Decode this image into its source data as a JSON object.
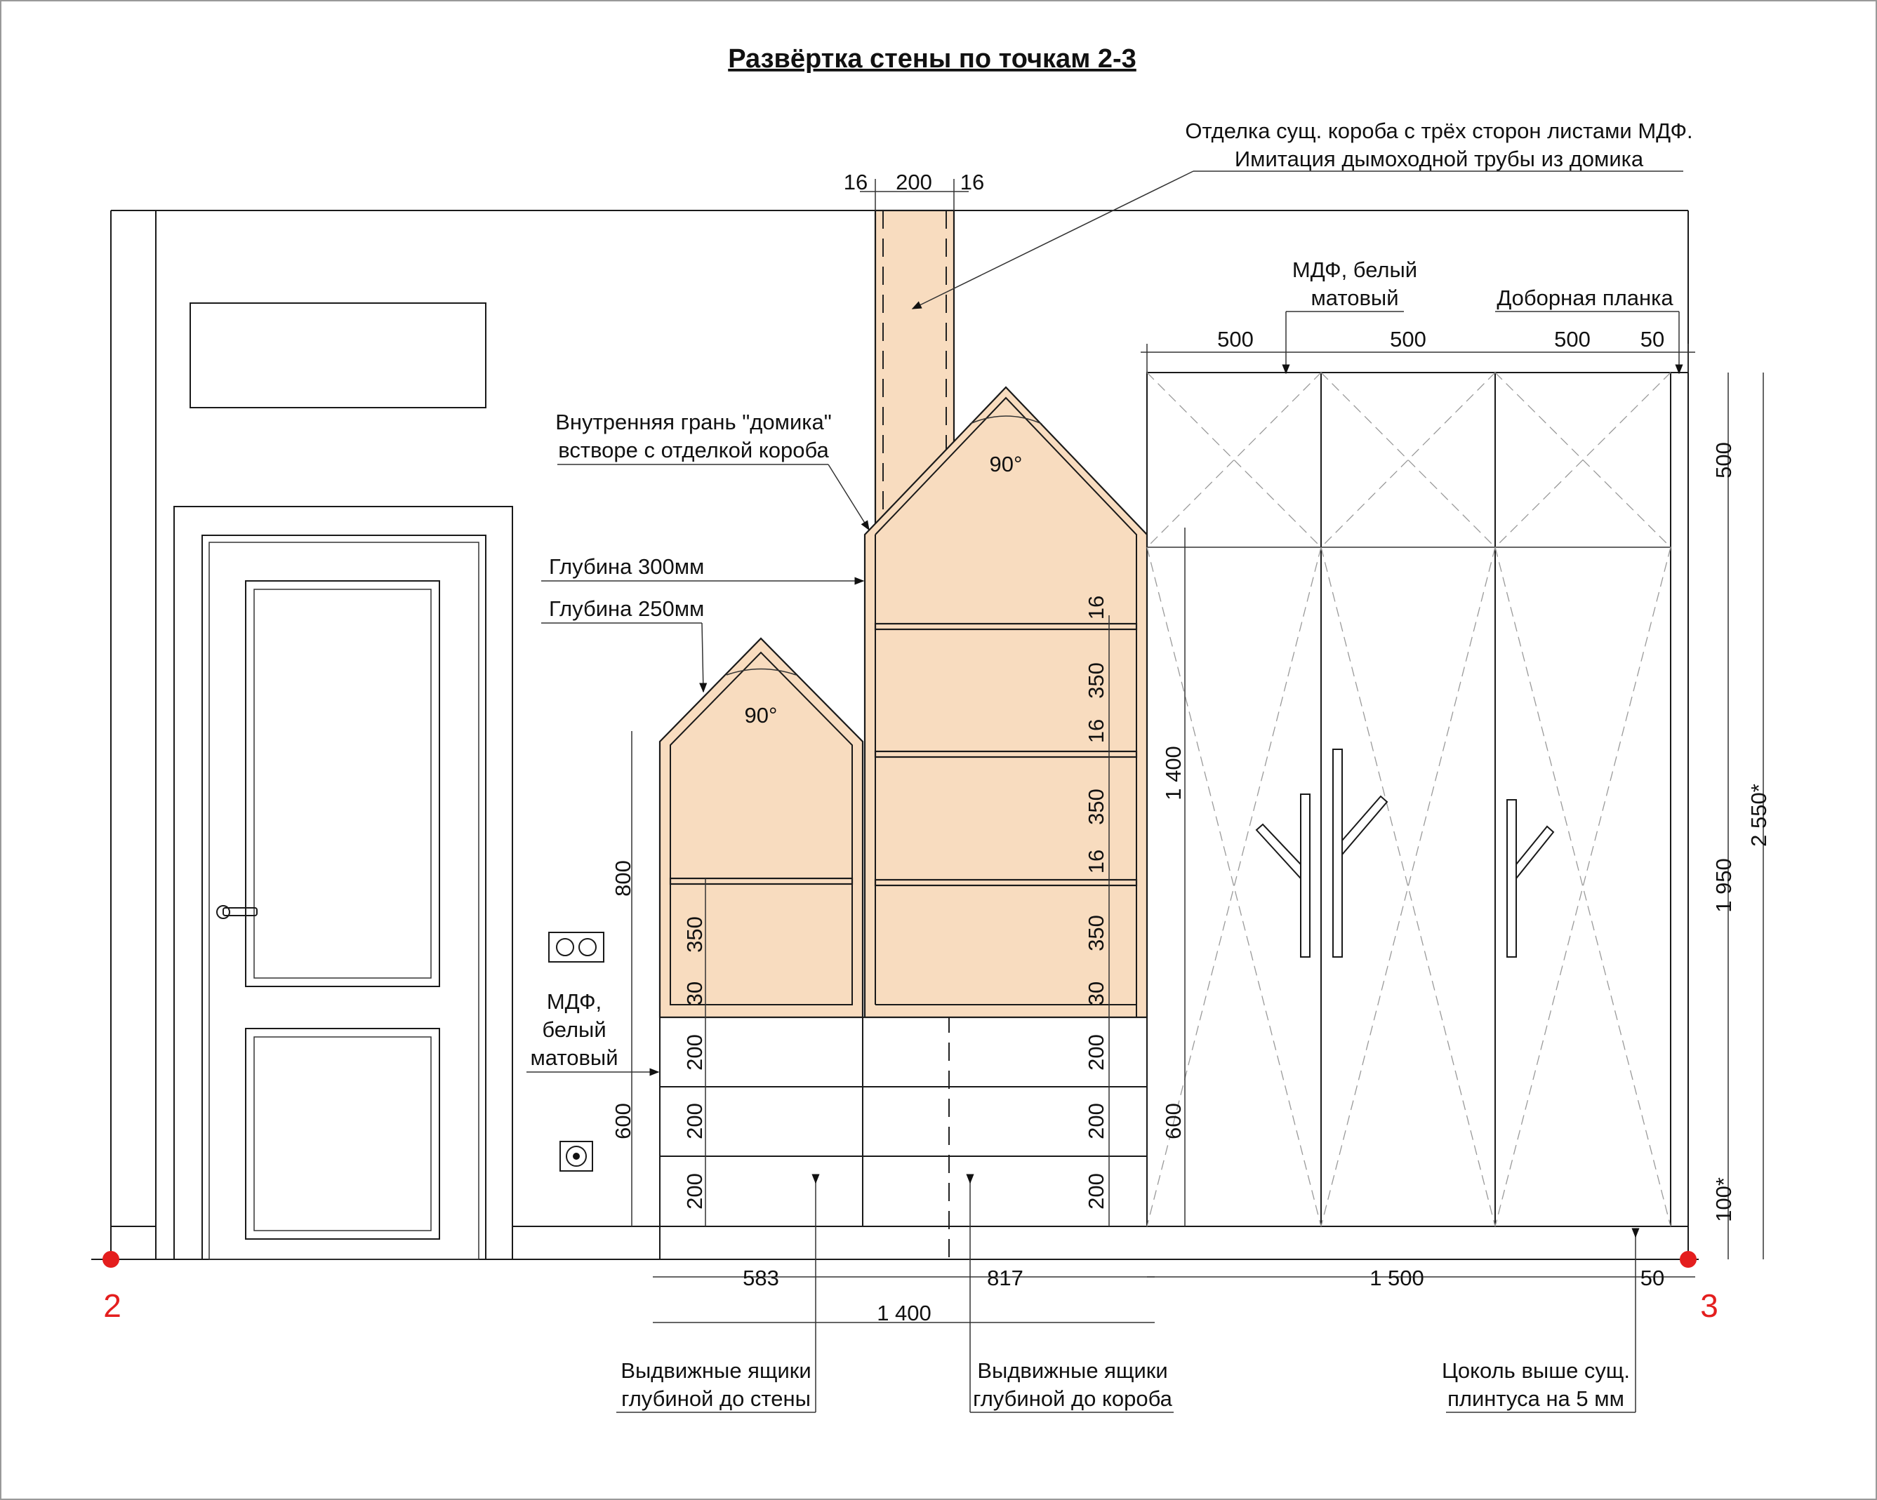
{
  "title": "Развёртка стены по точкам 2-3",
  "callouts": {
    "chimney_1": "Отделка сущ. короба с трёх сторон листами МДФ.",
    "chimney_2": "Имитация дымоходной трубы из домика",
    "inner_face_1": "Внутренняя грань \"домика\"",
    "inner_face_2": "встворе с отделкой короба",
    "depth_300": "Глубина 300мм",
    "depth_250": "Глубина 250мм",
    "mdf_left_1": "МДФ,",
    "mdf_left_2": "белый",
    "mdf_left_3": "матовый",
    "mdf_top_1": "МДФ, белый",
    "mdf_top_2": "матовый",
    "trim_strip": "Доборная планка",
    "drawers_wall_1": "Выдвижные ящики",
    "drawers_wall_2": "глубиной до стены",
    "drawers_box_1": "Выдвижные ящики",
    "drawers_box_2": "глубиной до короба",
    "plinth_1": "Цоколь выше сущ.",
    "plinth_2": "плинтуса на 5 мм"
  },
  "angles": {
    "big_house": "90°",
    "small_house": "90°"
  },
  "points": {
    "left": "2",
    "right": "3"
  },
  "dimensions": {
    "chimney_left": "16",
    "chimney_width": "200",
    "chimney_right": "16",
    "wardrobe_w1": "500",
    "wardrobe_w2": "500",
    "wardrobe_w3": "500",
    "wardrobe_trim": "50",
    "wardrobe_top": "500",
    "wardrobe_body": "1 950",
    "wardrobe_total": "2 550*",
    "wardrobe_plinth": "100*",
    "door_upper": "1 400",
    "door_lower": "600",
    "big_shelf_16a": "16",
    "big_shelf_350a": "350",
    "big_shelf_16b": "16",
    "big_shelf_350b": "350",
    "big_shelf_16c": "16",
    "big_shelf_350c": "350",
    "big_shelf_30": "30",
    "big_drawer_1": "200",
    "big_drawer_2": "200",
    "big_drawer_3": "200",
    "small_height": "800",
    "small_shelf_350": "350",
    "small_shelf_30": "30",
    "small_drawers_total": "600",
    "small_drawer_1": "200",
    "small_drawer_2": "200",
    "small_drawer_3": "200",
    "bottom_583": "583",
    "bottom_817": "817",
    "bottom_1500": "1 500",
    "bottom_50": "50",
    "bottom_1400": "1 400"
  },
  "colors": {
    "wood_fill": "#f8dcbf",
    "point_marker": "#e41e1e"
  },
  "icons": [
    "socket-double-icon",
    "socket-single-icon",
    "door-handle-icon",
    "branch-handle-icon"
  ]
}
